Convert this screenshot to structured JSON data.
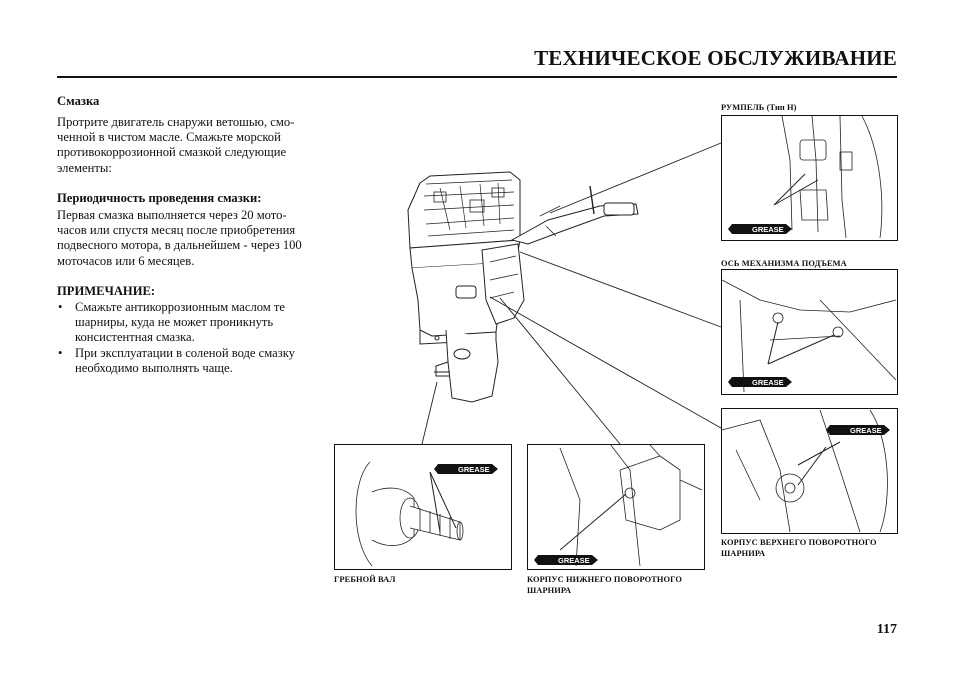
{
  "header": {
    "title": "ТЕХНИЧЕСКОЕ ОБСЛУЖИВАНИЕ"
  },
  "section": {
    "heading": "Смазка",
    "intro_lines": [
      "Протрите двигатель снаружи ветошью, смо-",
      "ченной в чистом масле. Смажьте морской",
      "противокоррозионной смазкой следующие",
      "элементы:"
    ],
    "interval_heading": "Периодичность проведения смазки:",
    "interval_lines": [
      "Первая смазка выполняется через 20 мото-",
      "часов или спустя месяц после приобретения",
      "подвесного мотора, в дальнейшем - через 100",
      "моточасов или 6 месяцев."
    ],
    "note_heading": "ПРИМЕЧАНИЕ:",
    "notes": [
      [
        "Смажьте антикоррозионным маслом те",
        "шарниры, куда не может проникнуть",
        "консистентная смазка."
      ],
      [
        "При эксплуатации в соленой воде смазку",
        "необходимо выполнять чаще."
      ]
    ]
  },
  "diagram": {
    "grease_label": "GREASE",
    "captions": {
      "tiller": "РУМПЕЛЬ (Тип H)",
      "tilt_shaft": "ОСЬ МЕХАНИЗМА ПОДЪЕМА",
      "upper_swivel": [
        "КОРПУС ВЕРХНЕГО ПОВОРОТНОГО",
        "ШАРНИРА"
      ],
      "propeller_shaft": "ГРЕБНОЙ ВАЛ",
      "lower_swivel": [
        "КОРПУС НИЖНЕГО ПОВОРОТНОГО",
        "ШАРНИРА"
      ]
    }
  },
  "footer": {
    "page_number": "117"
  }
}
